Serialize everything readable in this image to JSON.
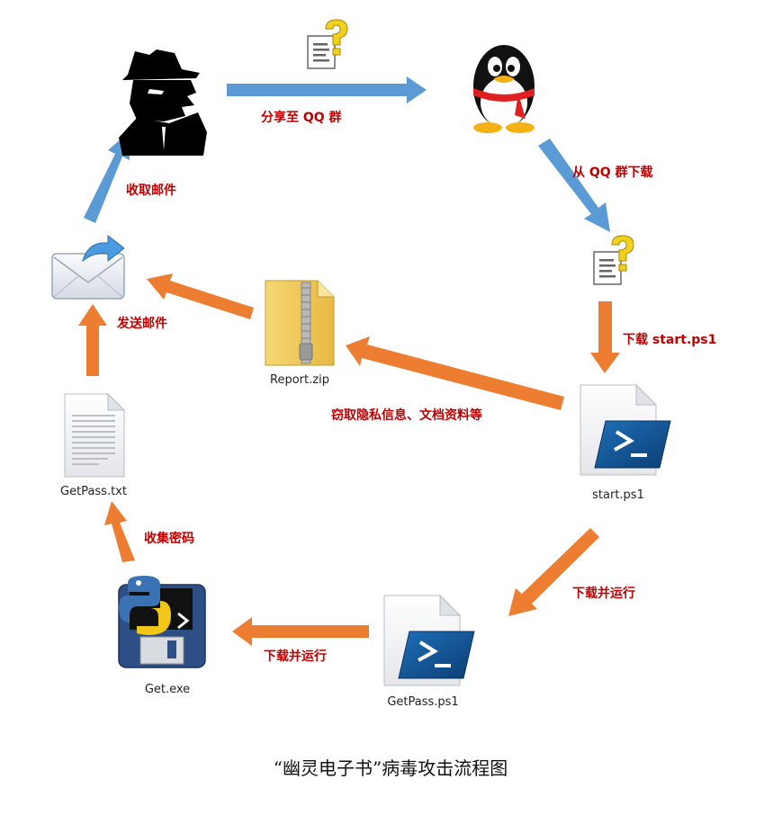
{
  "caption": "“幽灵电子书”病毒攻击流程图",
  "colors": {
    "blue_arrow": "#5b9bd5",
    "orange_arrow": "#ed7d31",
    "label_red": "#c00000"
  },
  "nodes": {
    "attacker": {
      "icon": "hacker-silhouette-icon"
    },
    "qq": {
      "icon": "qq-penguin-icon"
    },
    "doc_shared": {
      "icon": "unknown-document-icon"
    },
    "doc_downloaded": {
      "icon": "unknown-document-icon"
    },
    "mail": {
      "icon": "mail-forward-icon"
    },
    "report": {
      "icon": "zip-archive-icon",
      "label": "Report.zip"
    },
    "start": {
      "icon": "powershell-script-icon",
      "label": "start.ps1"
    },
    "getpass_txt": {
      "icon": "text-file-icon",
      "label": "GetPass.txt"
    },
    "get_exe": {
      "icon": "python-executable-icon",
      "label": "Get.exe"
    },
    "getpass_ps1": {
      "icon": "powershell-script-icon",
      "label": "GetPass.ps1"
    }
  },
  "edges": {
    "share_to_qq": "分享至 QQ 群",
    "download_from_qq": "从 QQ 群下载",
    "download_start": "下载 start.ps1",
    "steal_info": "窃取隐私信息、文档资料等",
    "send_mail": "发送邮件",
    "receive_mail": "收取邮件",
    "download_run_1": "下载并运行",
    "download_run_2": "下载并运行",
    "collect_password": "收集密码"
  }
}
